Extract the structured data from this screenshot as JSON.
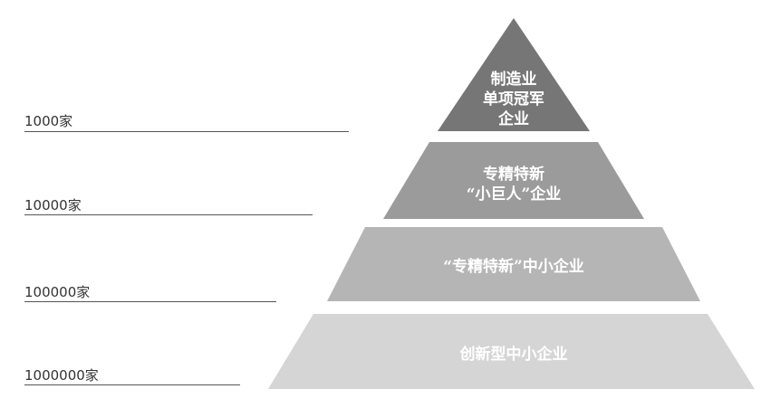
{
  "tiers": [
    {
      "label": "制造业\n单项冠军\n企业",
      "count": "1000家",
      "color": "#767676"
    },
    {
      "label": "专精特新\n“小巨人”企业",
      "count": "10000家",
      "color": "#9b9b9b"
    },
    {
      "label": "“专精特新”中小企业",
      "count": "100000家",
      "color": "#b5b5b5"
    },
    {
      "label": "创新型中小企业",
      "count": "1000000家",
      "color": "#d5d5d5"
    }
  ]
}
